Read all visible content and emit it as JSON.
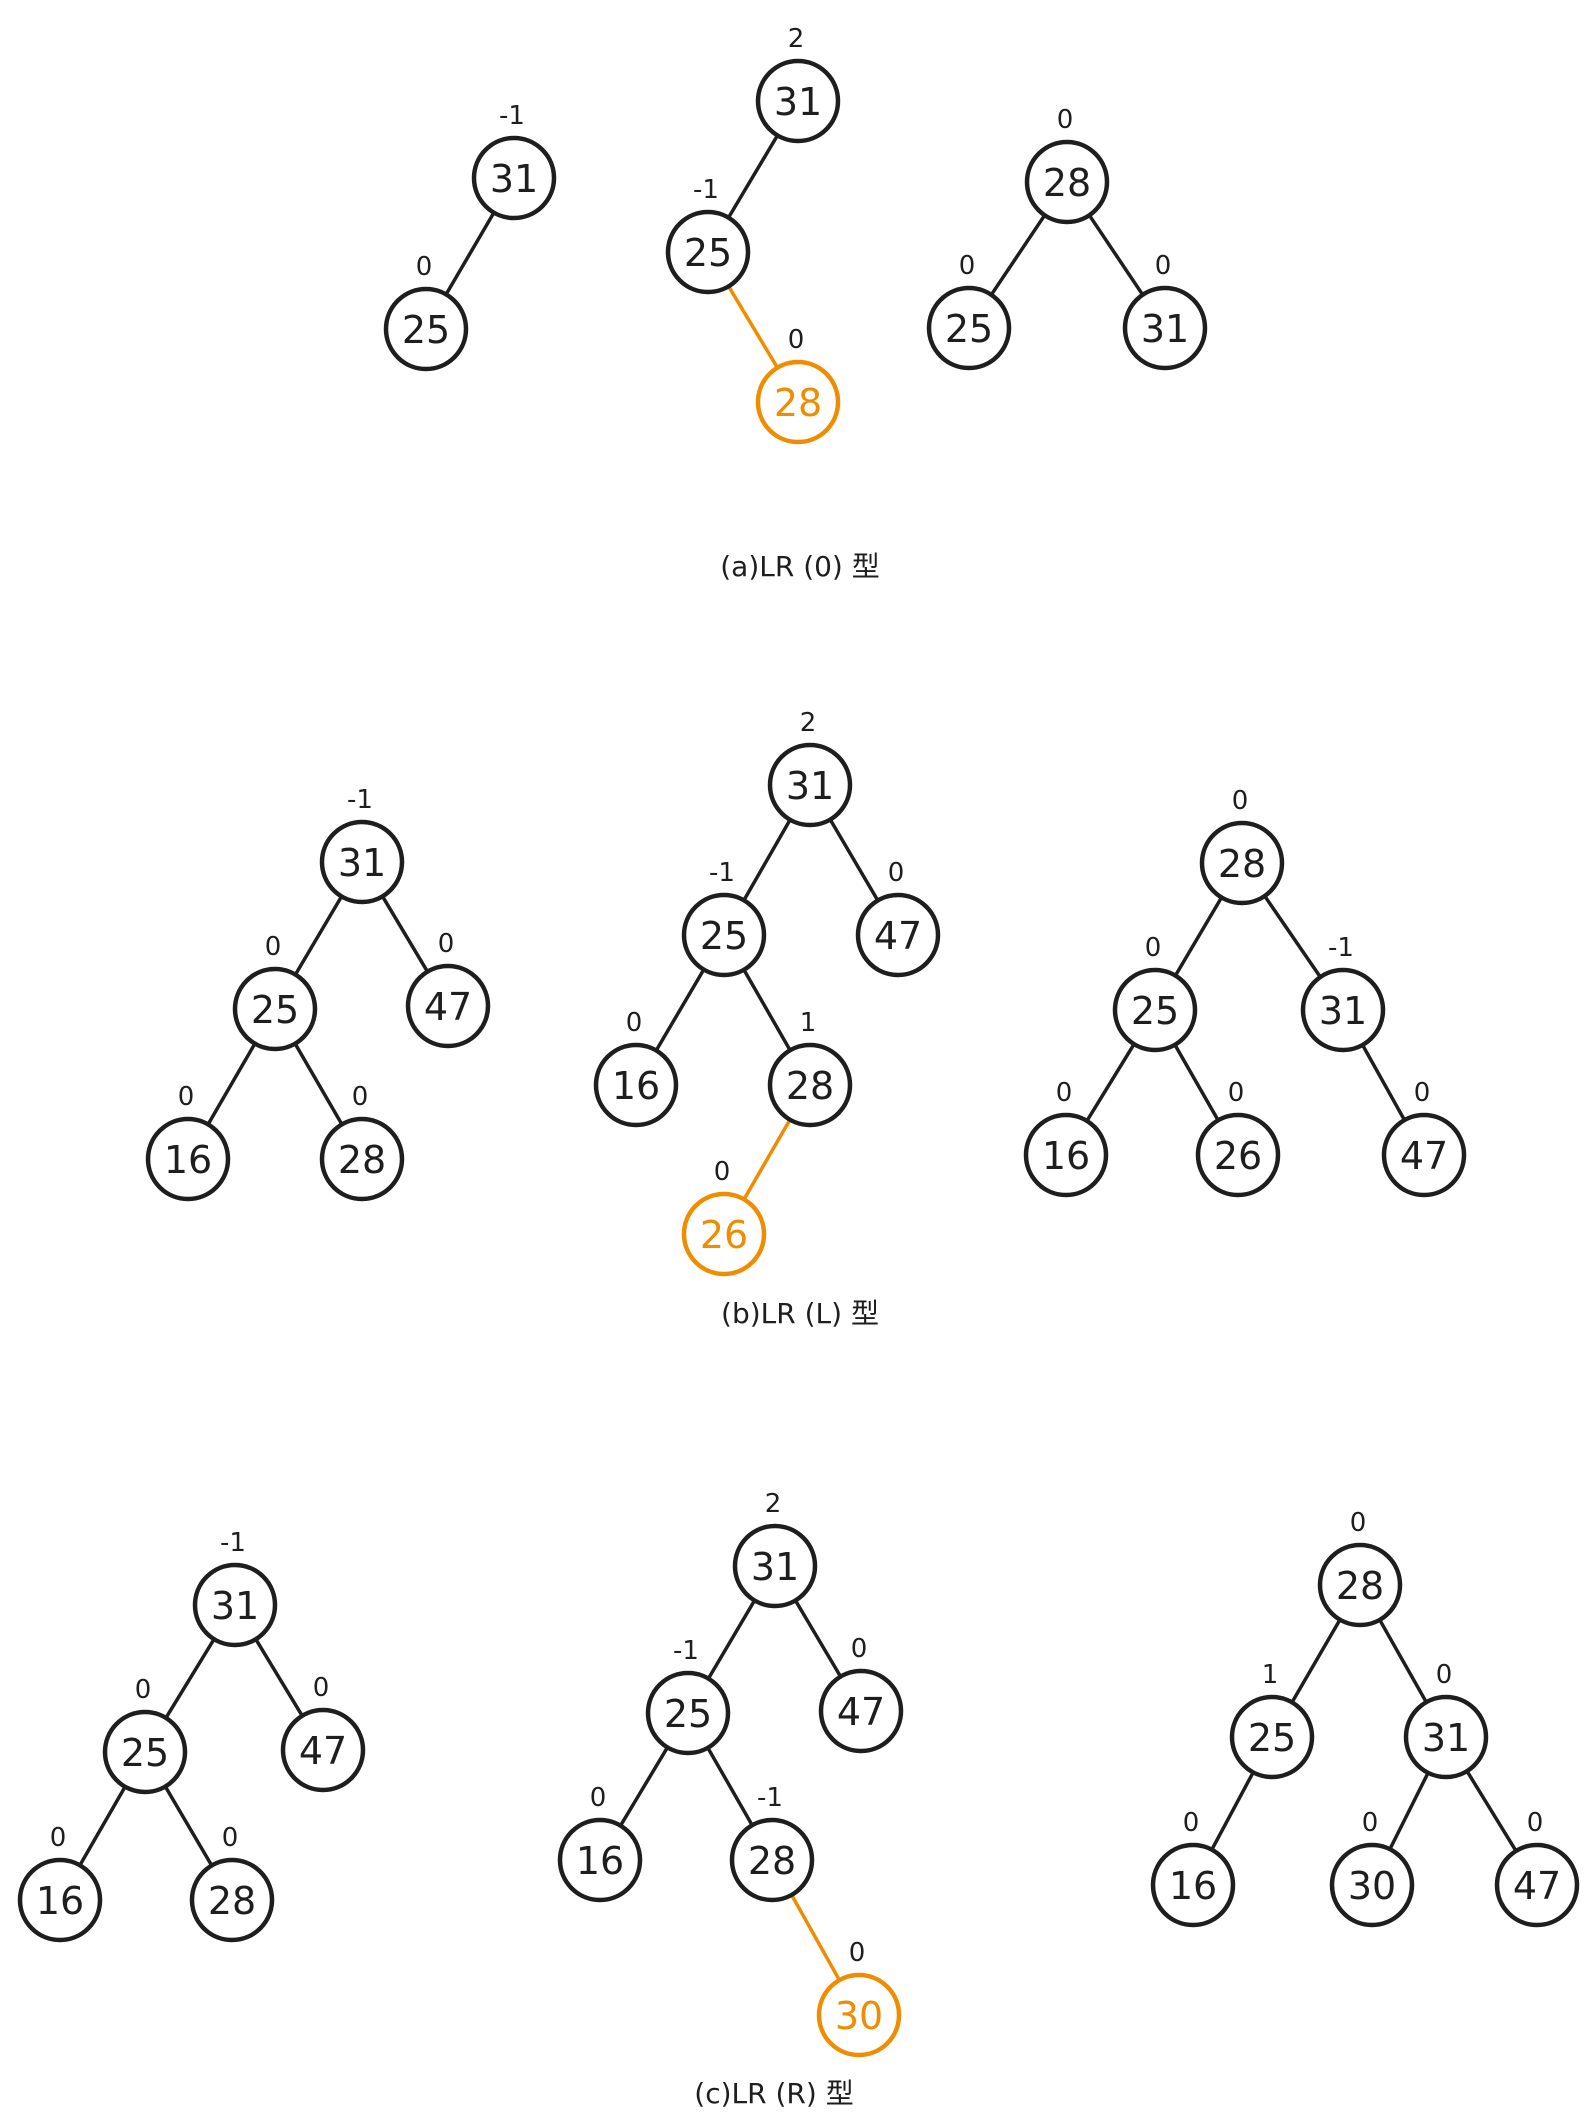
{
  "colors": {
    "ink": "#1e1e1e",
    "highlight": "#f08c00"
  },
  "sections": [
    {
      "id": "a",
      "caption": "(a)LR (0) 型",
      "trees": [
        {
          "nodes": [
            {
              "id": "n31",
              "value": "31",
              "bf": "-1"
            },
            {
              "id": "n25",
              "value": "25",
              "bf": "0"
            }
          ],
          "edges": [
            [
              "n31",
              "n25"
            ]
          ]
        },
        {
          "nodes": [
            {
              "id": "n31",
              "value": "31",
              "bf": "2"
            },
            {
              "id": "n25",
              "value": "25",
              "bf": "-1"
            },
            {
              "id": "n28",
              "value": "28",
              "bf": "0",
              "highlight": true
            }
          ],
          "edges": [
            [
              "n31",
              "n25"
            ],
            [
              "n25",
              "n28"
            ]
          ]
        },
        {
          "nodes": [
            {
              "id": "n28",
              "value": "28",
              "bf": "0"
            },
            {
              "id": "n25",
              "value": "25",
              "bf": "0"
            },
            {
              "id": "n31",
              "value": "31",
              "bf": "0"
            }
          ],
          "edges": [
            [
              "n28",
              "n25"
            ],
            [
              "n28",
              "n31"
            ]
          ]
        }
      ]
    },
    {
      "id": "b",
      "caption": "(b)LR (L) 型",
      "trees": [
        {
          "nodes": [
            {
              "id": "n31",
              "value": "31",
              "bf": "-1"
            },
            {
              "id": "n25",
              "value": "25",
              "bf": "0"
            },
            {
              "id": "n47",
              "value": "47",
              "bf": "0"
            },
            {
              "id": "n16",
              "value": "16",
              "bf": "0"
            },
            {
              "id": "n28",
              "value": "28",
              "bf": "0"
            }
          ],
          "edges": [
            [
              "n31",
              "n25"
            ],
            [
              "n31",
              "n47"
            ],
            [
              "n25",
              "n16"
            ],
            [
              "n25",
              "n28"
            ]
          ]
        },
        {
          "nodes": [
            {
              "id": "n31",
              "value": "31",
              "bf": "2"
            },
            {
              "id": "n25",
              "value": "25",
              "bf": "-1"
            },
            {
              "id": "n47",
              "value": "47",
              "bf": "0"
            },
            {
              "id": "n16",
              "value": "16",
              "bf": "0"
            },
            {
              "id": "n28",
              "value": "28",
              "bf": "1"
            },
            {
              "id": "n26",
              "value": "26",
              "bf": "0",
              "highlight": true
            }
          ],
          "edges": [
            [
              "n31",
              "n25"
            ],
            [
              "n31",
              "n47"
            ],
            [
              "n25",
              "n16"
            ],
            [
              "n25",
              "n28"
            ],
            [
              "n28",
              "n26"
            ]
          ]
        },
        {
          "nodes": [
            {
              "id": "n28",
              "value": "28",
              "bf": "0"
            },
            {
              "id": "n25",
              "value": "25",
              "bf": "0"
            },
            {
              "id": "n31",
              "value": "31",
              "bf": "-1"
            },
            {
              "id": "n16",
              "value": "16",
              "bf": "0"
            },
            {
              "id": "n26",
              "value": "26",
              "bf": "0"
            },
            {
              "id": "n47",
              "value": "47",
              "bf": "0"
            }
          ],
          "edges": [
            [
              "n28",
              "n25"
            ],
            [
              "n28",
              "n31"
            ],
            [
              "n25",
              "n16"
            ],
            [
              "n25",
              "n26"
            ],
            [
              "n31",
              "n47"
            ]
          ]
        }
      ]
    },
    {
      "id": "c",
      "caption": "(c)LR (R) 型",
      "trees": [
        {
          "nodes": [
            {
              "id": "n31",
              "value": "31",
              "bf": "-1"
            },
            {
              "id": "n25",
              "value": "25",
              "bf": "0"
            },
            {
              "id": "n47",
              "value": "47",
              "bf": "0"
            },
            {
              "id": "n16",
              "value": "16",
              "bf": "0"
            },
            {
              "id": "n28",
              "value": "28",
              "bf": "0"
            }
          ],
          "edges": [
            [
              "n31",
              "n25"
            ],
            [
              "n31",
              "n47"
            ],
            [
              "n25",
              "n16"
            ],
            [
              "n25",
              "n28"
            ]
          ]
        },
        {
          "nodes": [
            {
              "id": "n31",
              "value": "31",
              "bf": "2"
            },
            {
              "id": "n25",
              "value": "25",
              "bf": "-1"
            },
            {
              "id": "n47",
              "value": "47",
              "bf": "0"
            },
            {
              "id": "n16",
              "value": "16",
              "bf": "0"
            },
            {
              "id": "n28",
              "value": "28",
              "bf": "-1"
            },
            {
              "id": "n30",
              "value": "30",
              "bf": "0",
              "highlight": true
            }
          ],
          "edges": [
            [
              "n31",
              "n25"
            ],
            [
              "n31",
              "n47"
            ],
            [
              "n25",
              "n16"
            ],
            [
              "n25",
              "n28"
            ],
            [
              "n28",
              "n30"
            ]
          ]
        },
        {
          "nodes": [
            {
              "id": "n28",
              "value": "28",
              "bf": "0"
            },
            {
              "id": "n25",
              "value": "25",
              "bf": "1"
            },
            {
              "id": "n31",
              "value": "31",
              "bf": "0"
            },
            {
              "id": "n16",
              "value": "16",
              "bf": "0"
            },
            {
              "id": "n30",
              "value": "30",
              "bf": "0"
            },
            {
              "id": "n47",
              "value": "47",
              "bf": "0"
            }
          ],
          "edges": [
            [
              "n28",
              "n25"
            ],
            [
              "n28",
              "n31"
            ],
            [
              "n25",
              "n16"
            ],
            [
              "n31",
              "n30"
            ],
            [
              "n31",
              "n47"
            ]
          ]
        }
      ]
    }
  ]
}
